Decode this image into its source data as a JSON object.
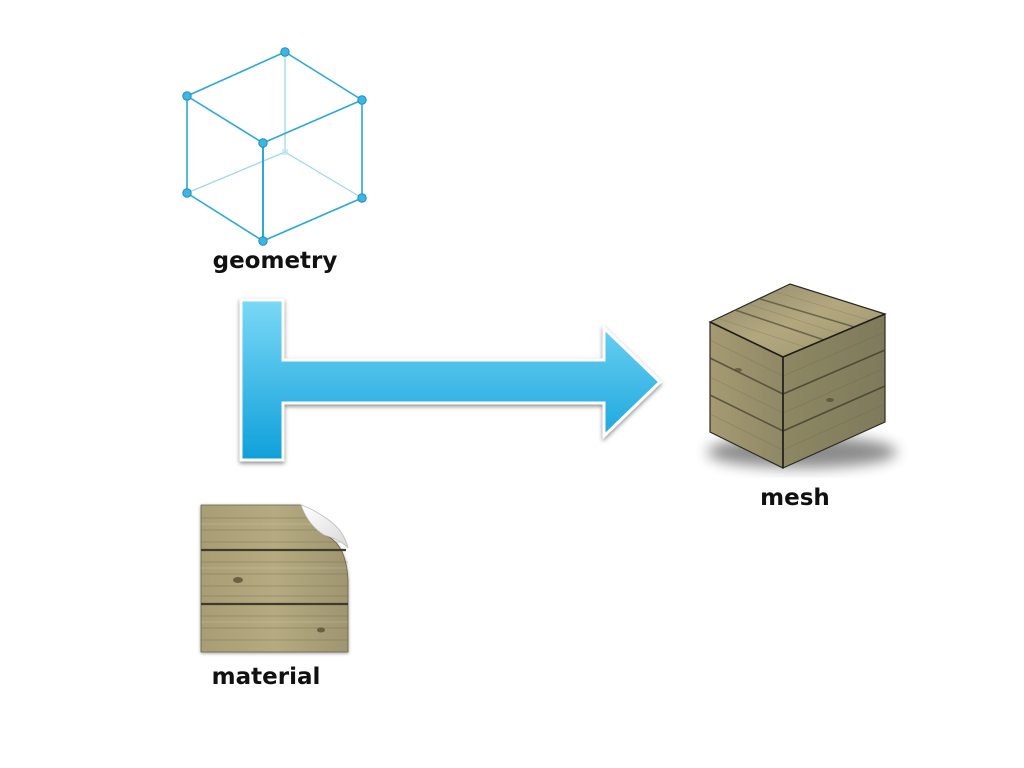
{
  "diagram": {
    "nodes": [
      {
        "id": "geometry",
        "label": "geometry",
        "icon": "wireframe-cube-icon"
      },
      {
        "id": "material",
        "label": "material",
        "icon": "wood-texture-document-icon"
      },
      {
        "id": "mesh",
        "label": "mesh",
        "icon": "wood-textured-cube-icon"
      }
    ],
    "edges": [
      {
        "from": [
          "geometry",
          "material"
        ],
        "to": "mesh",
        "style": "tee-arrow"
      }
    ]
  },
  "colors": {
    "wireframe": "#29a9d6",
    "arrow_light": "#86dcf7",
    "arrow_dark": "#0fa2db",
    "wood_light": "#b0a179",
    "wood_mid": "#8f8664",
    "wood_dark": "#5f5a44"
  }
}
